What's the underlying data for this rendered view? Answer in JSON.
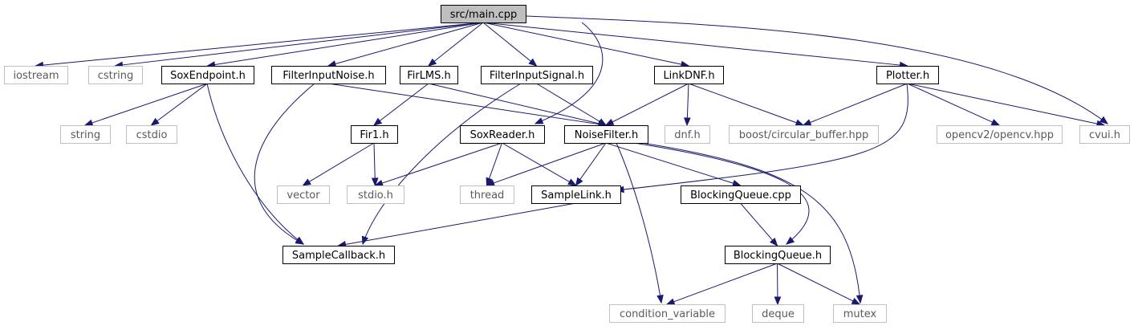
{
  "graph": {
    "edge_color": "#191970",
    "nodes": [
      {
        "id": "main",
        "label": "src/main.cpp",
        "kind": "root"
      },
      {
        "id": "iostream",
        "label": "iostream",
        "kind": "system"
      },
      {
        "id": "cstring",
        "label": "cstring",
        "kind": "system"
      },
      {
        "id": "soxendpoint",
        "label": "SoxEndpoint.h",
        "kind": "project"
      },
      {
        "id": "filterinputnoise",
        "label": "FilterInputNoise.h",
        "kind": "project"
      },
      {
        "id": "firlms",
        "label": "FirLMS.h",
        "kind": "project"
      },
      {
        "id": "filterinputsignal",
        "label": "FilterInputSignal.h",
        "kind": "project"
      },
      {
        "id": "linkdnf",
        "label": "LinkDNF.h",
        "kind": "project"
      },
      {
        "id": "plotter",
        "label": "Plotter.h",
        "kind": "project"
      },
      {
        "id": "string",
        "label": "string",
        "kind": "system"
      },
      {
        "id": "cstdio",
        "label": "cstdio",
        "kind": "system"
      },
      {
        "id": "fir1",
        "label": "Fir1.h",
        "kind": "project"
      },
      {
        "id": "soxreader",
        "label": "SoxReader.h",
        "kind": "project"
      },
      {
        "id": "noisefilter",
        "label": "NoiseFilter.h",
        "kind": "project"
      },
      {
        "id": "dnf",
        "label": "dnf.h",
        "kind": "system"
      },
      {
        "id": "boostcb",
        "label": "boost/circular_buffer.hpp",
        "kind": "system"
      },
      {
        "id": "opencv",
        "label": "opencv2/opencv.hpp",
        "kind": "system"
      },
      {
        "id": "cvui",
        "label": "cvui.h",
        "kind": "system"
      },
      {
        "id": "vector",
        "label": "vector",
        "kind": "system"
      },
      {
        "id": "stdio",
        "label": "stdio.h",
        "kind": "system"
      },
      {
        "id": "thread",
        "label": "thread",
        "kind": "system"
      },
      {
        "id": "samplelink",
        "label": "SampleLink.h",
        "kind": "project"
      },
      {
        "id": "blockingqueuecpp",
        "label": "BlockingQueue.cpp",
        "kind": "project"
      },
      {
        "id": "samplecallback",
        "label": "SampleCallback.h",
        "kind": "project"
      },
      {
        "id": "blockingqueueh",
        "label": "BlockingQueue.h",
        "kind": "project"
      },
      {
        "id": "condvar",
        "label": "condition_variable",
        "kind": "system"
      },
      {
        "id": "deque",
        "label": "deque",
        "kind": "system"
      },
      {
        "id": "mutex",
        "label": "mutex",
        "kind": "system"
      }
    ],
    "edges": [
      [
        "main",
        "iostream"
      ],
      [
        "main",
        "cstring"
      ],
      [
        "main",
        "soxendpoint"
      ],
      [
        "main",
        "filterinputnoise"
      ],
      [
        "main",
        "firlms"
      ],
      [
        "main",
        "filterinputsignal"
      ],
      [
        "main",
        "soxreader"
      ],
      [
        "main",
        "linkdnf"
      ],
      [
        "main",
        "plotter"
      ],
      [
        "main",
        "cvui"
      ],
      [
        "soxendpoint",
        "string"
      ],
      [
        "soxendpoint",
        "cstdio"
      ],
      [
        "soxendpoint",
        "samplecallback"
      ],
      [
        "filterinputnoise",
        "noisefilter"
      ],
      [
        "filterinputnoise",
        "samplecallback"
      ],
      [
        "firlms",
        "fir1"
      ],
      [
        "firlms",
        "noisefilter"
      ],
      [
        "filterinputsignal",
        "noisefilter"
      ],
      [
        "filterinputsignal",
        "samplecallback"
      ],
      [
        "linkdnf",
        "noisefilter"
      ],
      [
        "linkdnf",
        "dnf"
      ],
      [
        "linkdnf",
        "boostcb"
      ],
      [
        "plotter",
        "boostcb"
      ],
      [
        "plotter",
        "opencv"
      ],
      [
        "plotter",
        "cvui"
      ],
      [
        "plotter",
        "samplelink"
      ],
      [
        "fir1",
        "vector"
      ],
      [
        "fir1",
        "stdio"
      ],
      [
        "soxreader",
        "stdio"
      ],
      [
        "soxreader",
        "thread"
      ],
      [
        "soxreader",
        "samplelink"
      ],
      [
        "noisefilter",
        "thread"
      ],
      [
        "noisefilter",
        "samplelink"
      ],
      [
        "noisefilter",
        "blockingqueuecpp"
      ],
      [
        "noisefilter",
        "blockingqueueh"
      ],
      [
        "noisefilter",
        "condvar"
      ],
      [
        "noisefilter",
        "mutex"
      ],
      [
        "samplelink",
        "samplecallback"
      ],
      [
        "blockingqueuecpp",
        "blockingqueueh"
      ],
      [
        "blockingqueueh",
        "condvar"
      ],
      [
        "blockingqueueh",
        "deque"
      ],
      [
        "blockingqueueh",
        "mutex"
      ]
    ]
  }
}
